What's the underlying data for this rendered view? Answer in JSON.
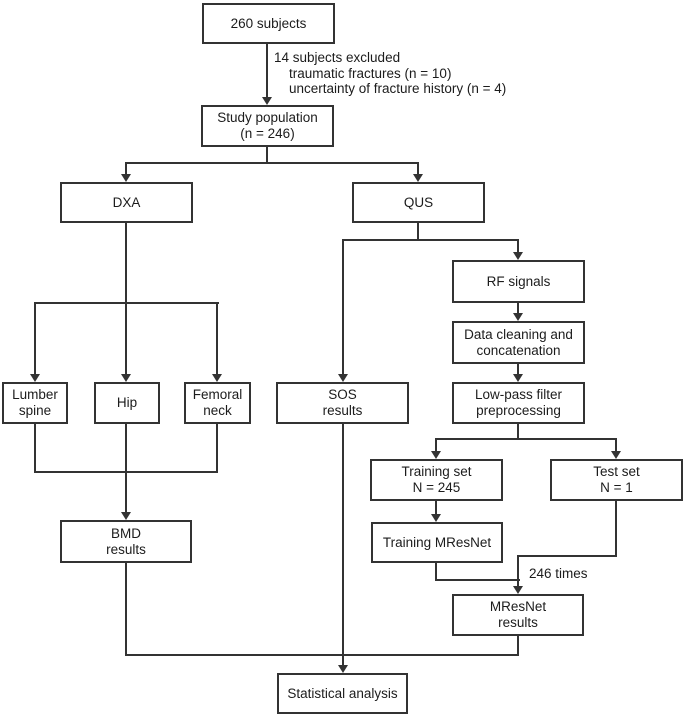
{
  "colors": {
    "line": "#333333",
    "text": "#1c1c1c",
    "box_bg": "#ffffff",
    "page_bg": "#ffffff"
  },
  "nodes": {
    "subjects": {
      "lines": [
        "260 subjects"
      ]
    },
    "study_population": {
      "lines": [
        "Study population",
        "(n = 246)"
      ]
    },
    "dxa": {
      "lines": [
        "DXA"
      ]
    },
    "qus": {
      "lines": [
        "QUS"
      ]
    },
    "rf_signals": {
      "lines": [
        "RF signals"
      ]
    },
    "data_cleaning": {
      "lines": [
        "Data cleaning and",
        "concatenation"
      ]
    },
    "lumber_spine": {
      "lines": [
        "Lumber",
        "spine"
      ]
    },
    "hip": {
      "lines": [
        "Hip"
      ]
    },
    "femoral_neck": {
      "lines": [
        "Femoral",
        "neck"
      ]
    },
    "sos_results": {
      "lines": [
        "SOS",
        "results"
      ]
    },
    "lowpass_filter": {
      "lines": [
        "Low-pass filter",
        "preprocessing"
      ]
    },
    "training_set": {
      "lines": [
        "Training set",
        "N = 245"
      ]
    },
    "test_set": {
      "lines": [
        "Test set",
        "N = 1"
      ]
    },
    "training_mresnet": {
      "lines": [
        "Training MResNet"
      ]
    },
    "mresnet_results": {
      "lines": [
        "MResNet",
        "results"
      ]
    },
    "bmd_results": {
      "lines": [
        "BMD",
        "results"
      ]
    },
    "statistical_analysis": {
      "lines": [
        "Statistical analysis"
      ]
    }
  },
  "annotations": {
    "excluded": {
      "title": "14 subjects excluded",
      "items": [
        "traumatic fractures (n = 10)",
        "uncertainty of fracture history (n = 4)"
      ]
    },
    "times_label": "246 times"
  }
}
